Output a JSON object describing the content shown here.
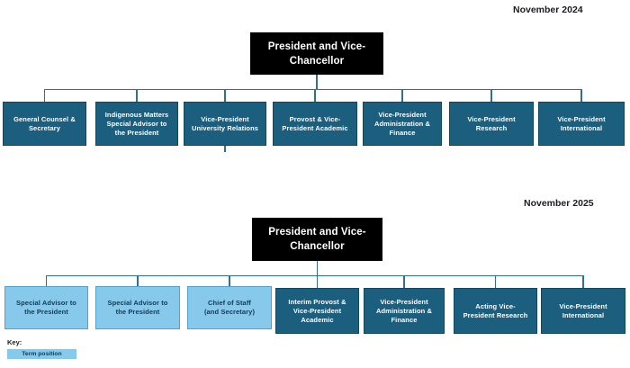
{
  "colors": {
    "root_fill": "#000000",
    "root_text": "#ffffff",
    "dark_box_fill": "#1b5e7d",
    "dark_box_border": "#0e4963",
    "dark_box_text": "#ffffff",
    "light_box_fill": "#86c9eb",
    "light_box_border": "#4fa3ce",
    "light_box_text": "#123a54",
    "connector": "#2e7193",
    "title_text": "#1b1b26"
  },
  "charts": [
    {
      "title": "November 2024",
      "root": {
        "label": "President and Vice-\nChancellor"
      },
      "children": [
        {
          "label": "General Counsel &\nSecretary",
          "variant": "dark"
        },
        {
          "label": "Indigenous Matters\nSpecial Advisor to\nthe President",
          "variant": "dark"
        },
        {
          "label": "Vice-President\nUniversity Relations",
          "variant": "dark",
          "has_stub": true
        },
        {
          "label": "Provost & Vice-\nPresident Academic",
          "variant": "dark"
        },
        {
          "label": "Vice-President\nAdministration &\nFinance",
          "variant": "dark"
        },
        {
          "label": "Vice-President\nResearch",
          "variant": "dark"
        },
        {
          "label": "Vice-President\nInternational",
          "variant": "dark"
        }
      ]
    },
    {
      "title": "November 2025",
      "root": {
        "label": "President and Vice-\nChancellor"
      },
      "children": [
        {
          "label": "Special Advisor to\nthe President",
          "variant": "light"
        },
        {
          "label": "Special Advisor to\nthe President",
          "variant": "light"
        },
        {
          "label": "Chief of Staff\n(and Secretary)",
          "variant": "light"
        },
        {
          "label": "Interim Provost &\nVice-President\nAcademic",
          "variant": "dark"
        },
        {
          "label": "Vice-President\nAdministration &\nFinance",
          "variant": "dark"
        },
        {
          "label": "Acting Vice-\nPresident Research",
          "variant": "dark"
        },
        {
          "label": "Vice-President\nInternational",
          "variant": "dark"
        }
      ]
    }
  ],
  "key": {
    "label": "Key:",
    "items": [
      {
        "label": "Term position",
        "variant": "light"
      }
    ]
  }
}
